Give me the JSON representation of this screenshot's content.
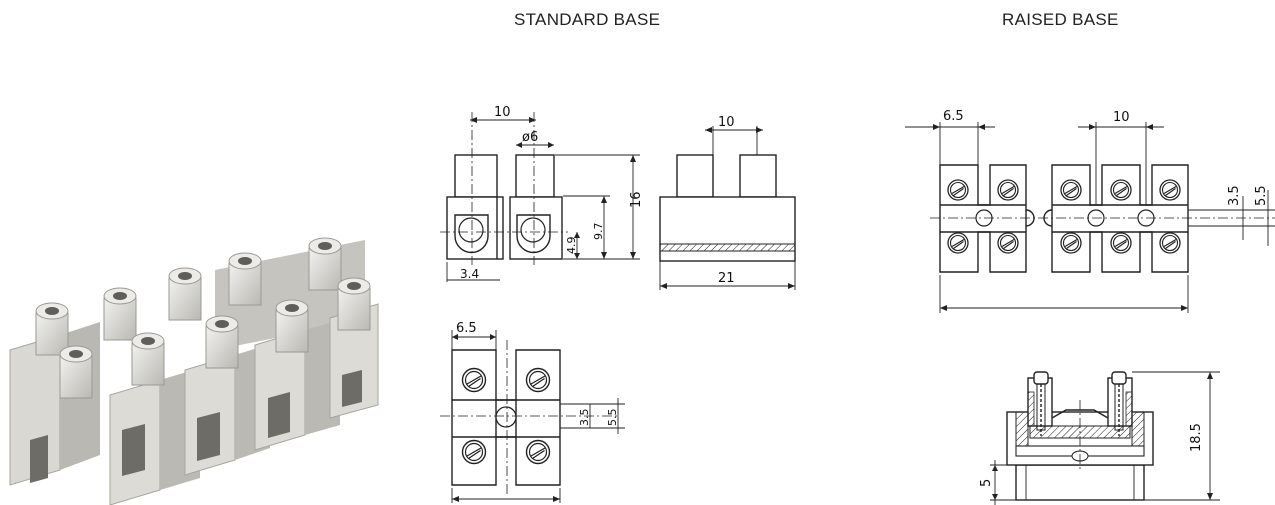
{
  "headings": {
    "standard": "STANDARD BASE",
    "raised": "RAISED BASE"
  },
  "dimensions": {
    "std_side_pitch": "10",
    "std_side_diameter": "ø6",
    "std_side_total_height": "16",
    "std_side_hole_top": "9.7",
    "std_side_hole_center": "4.9",
    "std_side_offset": "3.4",
    "std_front_pitch": "10",
    "std_front_width": "21",
    "std_top_screw_width": "6.5",
    "std_top_hole": "3.5",
    "std_top_gap": "5.5",
    "raised_top_screw_width": "6.5",
    "raised_top_pitch": "10",
    "raised_top_hole": "3.5",
    "raised_top_gap": "5.5",
    "raised_section_height": "18.5",
    "raised_section_base": "5"
  }
}
